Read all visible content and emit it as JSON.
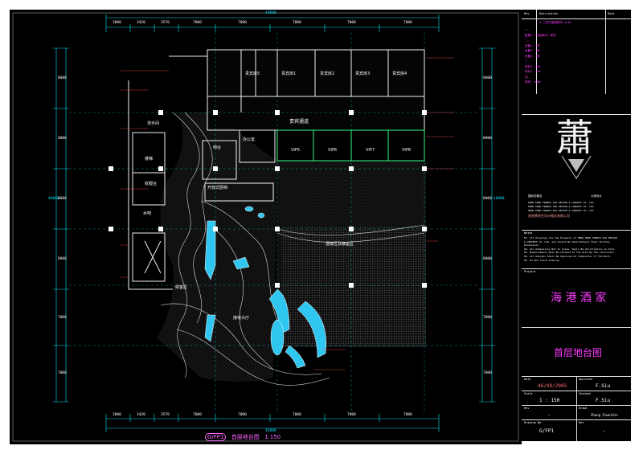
{
  "drawing": {
    "overall_dim_top": "43000",
    "overall_dim_bottom": "42000",
    "top_dims": [
      "3000",
      "3420",
      "3570",
      "7000",
      "7000",
      "7000",
      "7000",
      "7000"
    ],
    "bottom_dims": [
      "3000",
      "3420",
      "3570",
      "7000",
      "7000",
      "7000",
      "7000",
      "7000"
    ],
    "left_overall": "46000",
    "right_overall": "46000",
    "left_dims": [
      "8000",
      "8000",
      "8000",
      "8000",
      "7000",
      "7000"
    ],
    "right_dims": [
      "8000",
      "8000",
      "8000",
      "8000",
      "7000",
      "7000"
    ],
    "room_labels": {
      "vip1": "贵宾房1",
      "vip2": "贵宾房2",
      "vip3": "贵宾房3",
      "vip4": "贵宾房4",
      "vip5": "贵宾房5",
      "vip_corridor": "贵宾通道",
      "vip_a": "VIP5",
      "vip_b": "VIP6",
      "vip_c": "VIP7",
      "vip_d": "VIP8",
      "banquet": "酒楼区及散座区",
      "bar": "吧台",
      "office": "办公室",
      "lobby_hall": "接待大厅",
      "wash": "洗手间",
      "reception": "收银台",
      "open_kitchen": "开放式厨档",
      "stairs": "楼梯",
      "waiting": "候客区",
      "water": "水吧"
    },
    "sheet_id": "G/FP1",
    "sheet_caption": "首层地台图",
    "sheet_scale": "1:150"
  },
  "title_block": {
    "rev_header": "Rev.",
    "desc_header": "Description",
    "date_header": "Date",
    "revision_note": "1.二层平面图修改 4/18",
    "notes_list": [
      "一、",
      "   数据1: 可否确认1 修改",
      "   ",
      "二、",
      "   设备1: 1件",
      "   设备2: 2件",
      "   设备3: 3件",
      "三、",
      "   材料1: 50%",
      "   材料2: 20%",
      "四、",
      "   说明: 2008"
    ],
    "logo_char": "蕭",
    "firm_cn_1": "国际协概念",
    "firm_cn_2": "大师设计",
    "firm_lines": [
      "HONG KONG FRANCK SIU DESIGN & CONCEPT CO. LTD.",
      "HONG KONG FRANCK SIU DESIGN & CONCEPT CO. LTD.",
      "HONG KONG FRANCK SIU DESIGN & CONCEPT CO. LTD."
    ],
    "firm_cn_full": "香港萧炜生设计概念有限公司",
    "notes_header": "Notes",
    "general_notes": [
      "01. All Drawings Are The Property of HONG KONG FRANCK SIU DESIGN",
      "    & CONCEPT CO. LTD. and Cannot Be Used Without Their Written",
      "    Permission.",
      "02. All Dimensions Not to Scale, Shall Be Verification on Site.",
      "03. Measurements Must Be Checked At The Site By The Contractor.",
      "04. All Designs Shall Be Approved At Completion of The Work.",
      "05. Do Not Scale Drawing."
    ],
    "project_label": "Project",
    "project_name": "海 港 酒 家",
    "drawing_title": "首层地台图",
    "date_label": "Date",
    "date_value": "06/08/2005",
    "approved_label": "Approved",
    "approved_value": "F.Siu",
    "scale_label": "Scale",
    "scale_value": "1 : 150",
    "checked_label": "Checked",
    "checked_value": "F.Siu",
    "rev_label": "Rev",
    "rev_value": "-",
    "drawn_label": "Drawn",
    "drawn_value": "Zhang ZiweiXin",
    "dwg_no_label": "Drawing No.",
    "dwg_no_value": "G/FP1",
    "rev2_label": "Rev",
    "rev2_value": "-"
  },
  "colors": {
    "background": "#000000",
    "page": "#ffffff",
    "dimension": "#00ffff",
    "wall": "#ffffff",
    "note": "#ff4b4b",
    "title_magenta": "#ff55ff",
    "green_zone": "#00ff66",
    "fill_blue": "#3ad0ff"
  }
}
